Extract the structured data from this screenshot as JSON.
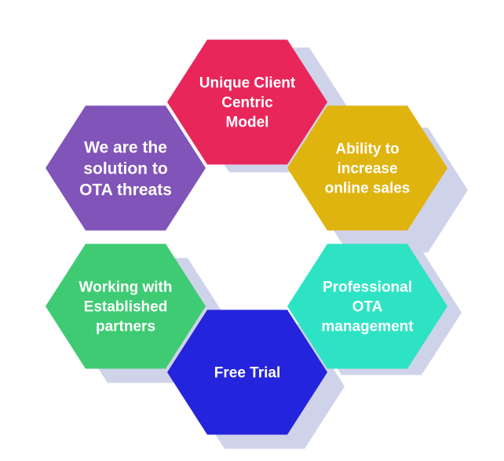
{
  "diagram": {
    "shadow_color": "#cfd3ea",
    "hexagons": [
      {
        "id": "unique-client",
        "lines": [
          "Unique Client",
          "Centric",
          "Model"
        ],
        "color": "#e8265a"
      },
      {
        "id": "ability-sales",
        "lines": [
          "Ability to",
          "increase",
          "online sales"
        ],
        "color": "#e0b40f"
      },
      {
        "id": "professional-ota",
        "lines": [
          "Professional",
          "OTA",
          "management"
        ],
        "color": "#2ee3c4"
      },
      {
        "id": "free-trial",
        "lines": [
          "Free Trial"
        ],
        "color": "#2424dc"
      },
      {
        "id": "working-partners",
        "lines": [
          "Working with",
          "Established",
          "partners"
        ],
        "color": "#3fcb73"
      },
      {
        "id": "ota-threats",
        "lines": [
          "We are the",
          "solution to",
          "OTA threats"
        ],
        "color": "#8054b8"
      }
    ]
  }
}
